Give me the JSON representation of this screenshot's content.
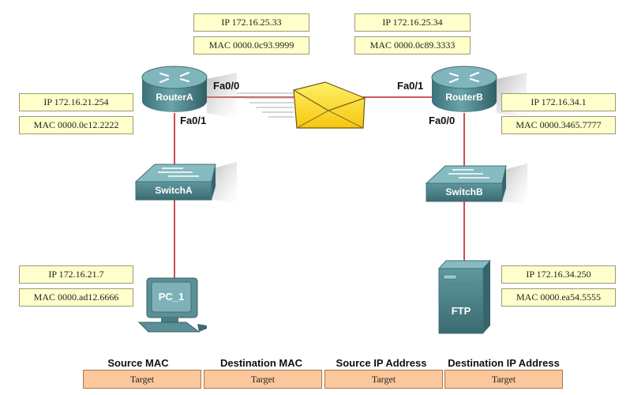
{
  "routerA": {
    "label": "RouterA",
    "fa00": {
      "port": "Fa0/0",
      "ip": "IP 172.16.25.33",
      "mac": "MAC 0000.0c93.9999"
    },
    "fa01": {
      "port": "Fa0/1",
      "ip": "IP 172.16.21.254",
      "mac": "MAC 0000.0c12.2222"
    }
  },
  "routerB": {
    "label": "RouterB",
    "fa01": {
      "port": "Fa0/1",
      "ip": "IP 172.16.25.34",
      "mac": "MAC 0000.0c89.3333"
    },
    "fa00": {
      "port": "Fa0/0",
      "ip": "IP 172.16.34.1",
      "mac": "MAC 0000.3465.7777"
    }
  },
  "switchA": {
    "label": "SwitchA"
  },
  "switchB": {
    "label": "SwitchB"
  },
  "pc": {
    "label": "PC_1",
    "ip": "IP 172.16.21.7",
    "mac": "MAC 0000.ad12.6666"
  },
  "ftp": {
    "label": "FTP",
    "ip": "IP 172.16.34.250",
    "mac": "MAC 0000.ea54.5555"
  },
  "headers": {
    "source_mac": "Source MAC",
    "dest_mac": "Destination MAC",
    "source_ip": "Source IP Address",
    "dest_ip": "Destination IP Address"
  },
  "targets": [
    "Target",
    "Target",
    "Target",
    "Target"
  ],
  "colors": {
    "link": "#c0202a",
    "device": "#4e8a91",
    "info_box": "#ffffcc",
    "target_box": "#fcc79a",
    "envelope": "#ffd833"
  },
  "icons": [
    "router-icon",
    "switch-icon",
    "pc-icon",
    "server-icon",
    "envelope-icon"
  ]
}
